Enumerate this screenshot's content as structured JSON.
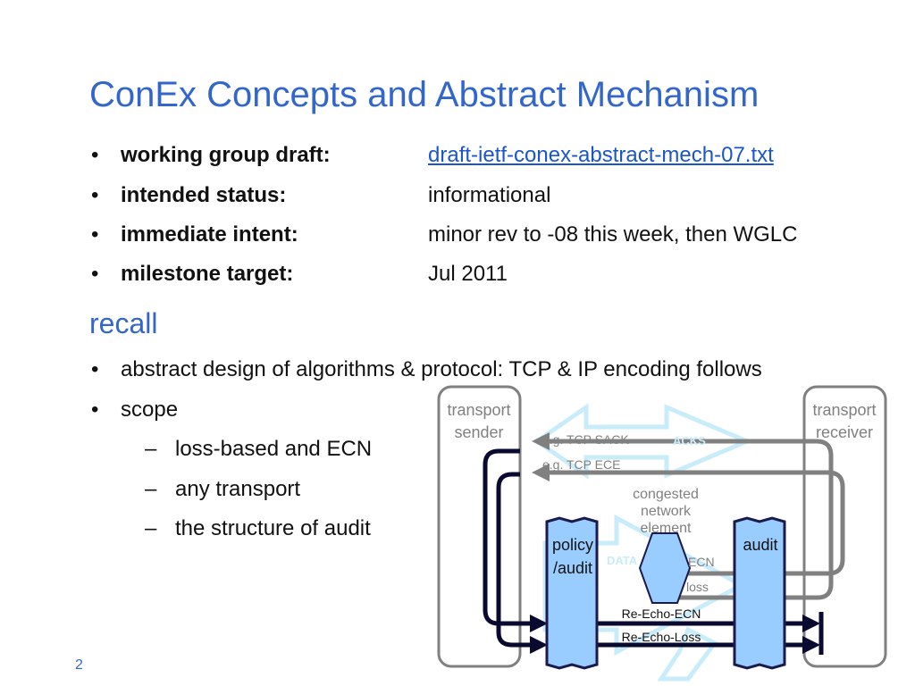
{
  "slide": {
    "title": "ConEx Concepts and Abstract Mechanism",
    "page_number": "2"
  },
  "info_rows": [
    {
      "bullet": "•",
      "label": "working group draft:",
      "value": "draft-ietf-conex-abstract-mech-07.txt",
      "link": true
    },
    {
      "bullet": "•",
      "label": "intended status:",
      "value": "informational",
      "link": false
    },
    {
      "bullet": "•",
      "label": "immediate intent:",
      "value": "minor rev to -08 this week, then WGLC",
      "link": false
    },
    {
      "bullet": "•",
      "label": "milestone target:",
      "value": "Jul 2011",
      "link": false
    }
  ],
  "recall": {
    "heading": "recall",
    "bullets": [
      {
        "bullet": "•",
        "text": "abstract design of algorithms & protocol: TCP & IP encoding follows"
      },
      {
        "bullet": "•",
        "text": "scope"
      }
    ],
    "sub_bullets": [
      {
        "dash": "–",
        "text": "loss-based and ECN"
      },
      {
        "dash": "–",
        "text": "any transport"
      },
      {
        "dash": "–",
        "text": "the structure of audit"
      }
    ]
  },
  "diagram": {
    "sender_line1": "transport",
    "sender_line2": "sender",
    "receiver_line1": "transport",
    "receiver_line2": "receiver",
    "sack_label": "e.g. TCP SACK",
    "acks_label": "ACKS",
    "ece_label": "e.g. TCP ECE",
    "congested_line1": "congested",
    "congested_line2": "network",
    "congested_line3": "element",
    "policy_line1": "policy",
    "policy_line2": "/audit",
    "audit_label": "audit",
    "data_label": "DATA",
    "ecn_label": "ECN",
    "loss_label": "loss",
    "re_echo_ecn": "Re-Echo-ECN",
    "re_echo_loss": "Re-Echo-Loss",
    "colors": {
      "box_fill": "#99ccff",
      "box_stroke": "#1a1a4d",
      "grey_arrow": "#808080",
      "outline_arrow": "#c9ecfb",
      "accent_text": "#3366cc"
    }
  }
}
